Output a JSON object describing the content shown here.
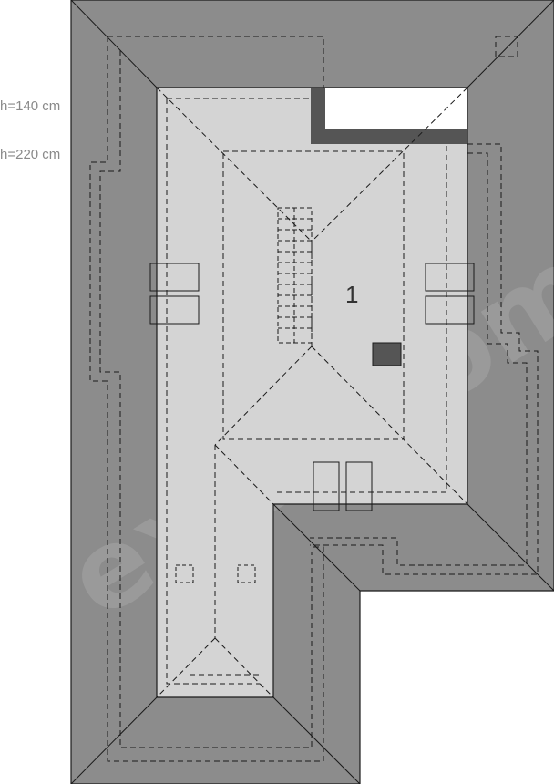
{
  "plan": {
    "height_labels": [
      "h=140 cm",
      "h=220 cm"
    ],
    "room_number": "1",
    "watermark": "extradom",
    "colors": {
      "roof": "#8c8c8c",
      "attic_floor": "#d4d4d4",
      "void": "#ffffff",
      "chimney": "#555555",
      "lines": "#1a1a1a"
    }
  }
}
